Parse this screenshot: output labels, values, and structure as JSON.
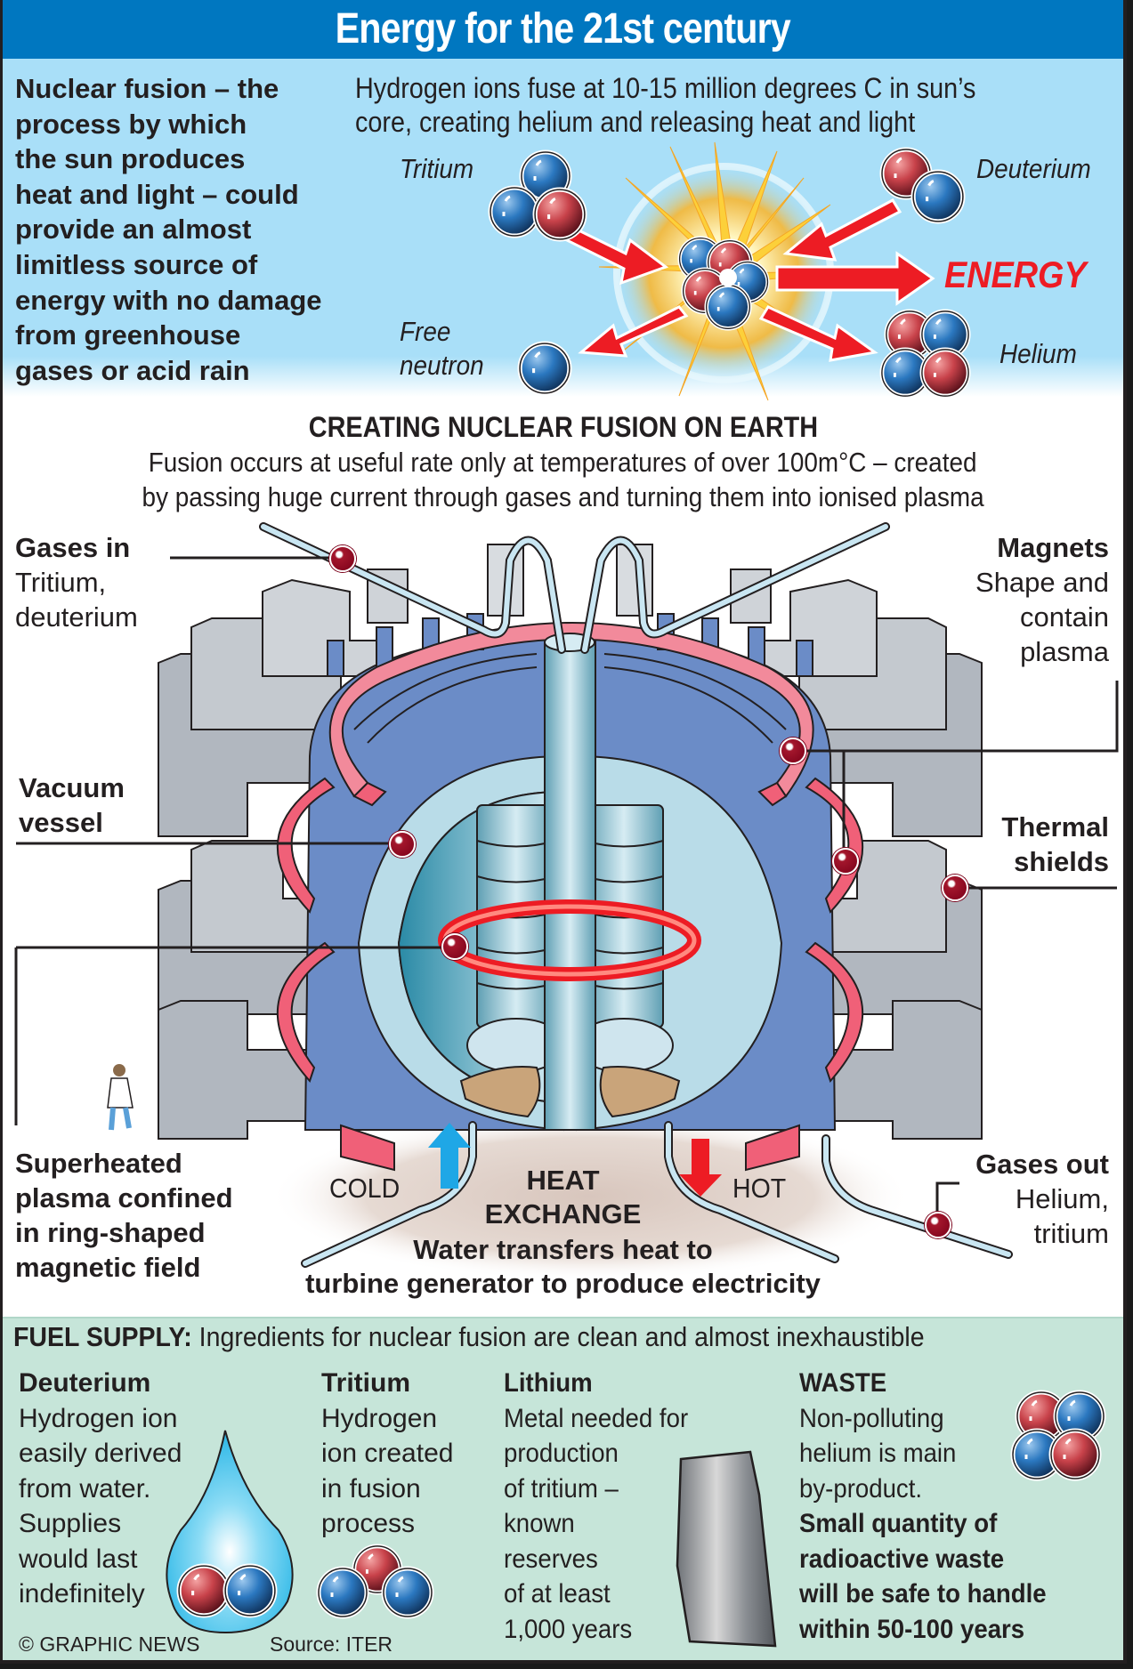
{
  "header": {
    "title": "Energy for the 21st century"
  },
  "intro": {
    "lines": [
      "Nuclear fusion – the",
      "process by which",
      "the sun produces",
      "heat and light – could",
      "provide an almost",
      "limitless source of",
      "energy with no damage",
      "from greenhouse",
      "gases or acid rain"
    ]
  },
  "sun_process": {
    "caption_lines": [
      "Hydrogen ions fuse at 10-15 million degrees C in sun’s",
      "core, creating helium and releasing heat and light"
    ],
    "labels": {
      "tritium": "Tritium",
      "deuterium": "Deuterium",
      "energy": "ENERGY",
      "free_neutron_line1": "Free",
      "free_neutron_line2": "neutron",
      "helium": "Helium"
    }
  },
  "creating": {
    "heading": "CREATING NUCLEAR FUSION ON EARTH",
    "lines": [
      "Fusion occurs at useful rate only at temperatures of over 100m°C – created",
      "by passing huge current through gases and turning them into ionised plasma"
    ]
  },
  "callouts": {
    "gases_in": {
      "title": "Gases in",
      "lines": [
        "Tritium,",
        "deuterium"
      ]
    },
    "magnets": {
      "title": "Magnets",
      "lines": [
        "Shape and",
        "contain",
        "plasma"
      ]
    },
    "vacuum_vessel": {
      "title_lines": [
        "Vacuum",
        "vessel"
      ]
    },
    "thermal_shields": {
      "title_lines": [
        "Thermal",
        "shields"
      ]
    },
    "plasma": {
      "title_lines": [
        "Superheated",
        "plasma confined",
        "in ring-shaped",
        "magnetic field"
      ]
    },
    "gases_out": {
      "title": "Gases out",
      "lines": [
        "Helium,",
        "tritium"
      ]
    }
  },
  "heat_exchange": {
    "cold": "COLD",
    "hot": "HOT",
    "title_lines": [
      "HEAT",
      "EXCHANGE"
    ],
    "desc_lines": [
      "Water transfers heat to",
      "turbine generator to produce electricity"
    ]
  },
  "fuel_supply": {
    "label": "FUEL SUPPLY:",
    "text": "Ingredients for nuclear fusion are clean and almost inexhaustible",
    "columns": [
      {
        "title": "Deuterium",
        "lines": [
          "Hydrogen ion",
          "easily derived",
          "from water.",
          "Supplies",
          "would last",
          "indefinitely"
        ]
      },
      {
        "title": "Tritium",
        "lines": [
          "Hydrogen",
          "ion created",
          "in fusion",
          "process"
        ]
      },
      {
        "title": "Lithium",
        "lines": [
          "Metal needed for",
          "production",
          "of tritium –",
          "known",
          "reserves",
          "of at least",
          "1,000 years"
        ]
      },
      {
        "title": "WASTE",
        "lines": [
          "Non-polluting",
          "helium is main",
          "by-product."
        ],
        "bold_lines": [
          "Small quantity of",
          "radioactive waste",
          "will be safe to handle",
          "within 50-100 years"
        ]
      }
    ]
  },
  "footer": {
    "credit": "© GRAPHIC NEWS",
    "source": "Source: ITER"
  },
  "colors": {
    "title_bar": "#0077c0",
    "sky_panel": "#a9dff8",
    "fuel_panel": "#c6e5d9",
    "energy_red": "#ed1c24",
    "proton_red": "#c0393f",
    "neutron_blue": "#1f6fb5",
    "vessel_blue": "#6b8cc7",
    "magnet_pink": "#f06078",
    "shield_grey": "#b1b7bf",
    "callout_dot": "#8b0a24",
    "cold_arrow": "#1fa7e6",
    "hot_arrow": "#ed1c24"
  }
}
